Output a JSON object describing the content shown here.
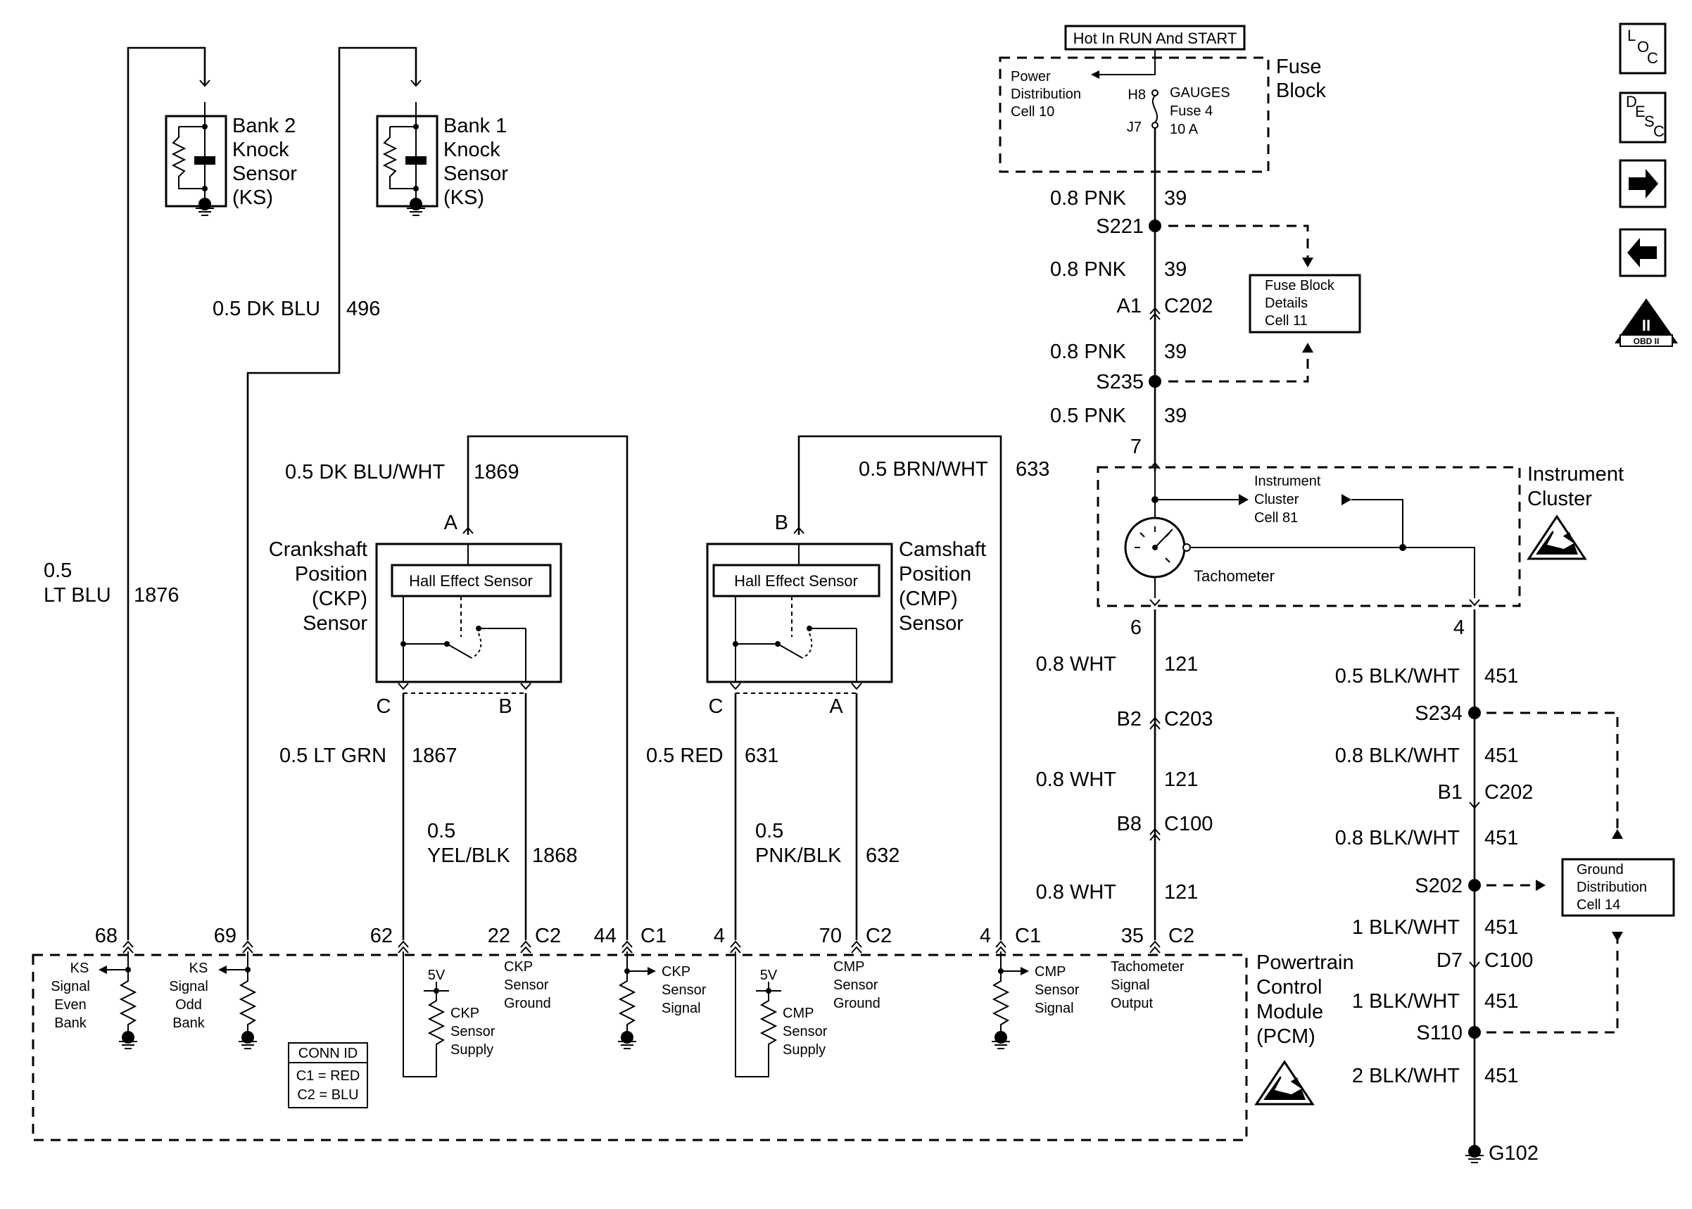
{
  "power": {
    "hot_label": "Hot In RUN And START",
    "fuse_block_label": [
      "Fuse",
      "Block"
    ],
    "power_distribution": [
      "Power",
      "Distribution",
      "Cell 10"
    ],
    "fuse_top_pin": "H8",
    "fuse_bottom_pin": "J7",
    "fuse_name": [
      "GAUGES",
      "Fuse 4",
      "10 A"
    ]
  },
  "fuse_block_details": [
    "Fuse Block",
    "Details",
    "Cell 11"
  ],
  "right_feed": {
    "w1": [
      "0.8 PNK",
      "39"
    ],
    "s221": "S221",
    "w2": [
      "0.8 PNK",
      "39"
    ],
    "c202_pin": "A1",
    "c202": "C202",
    "w3": [
      "0.8 PNK",
      "39"
    ],
    "s235": "S235",
    "w4": [
      "0.5 PNK",
      "39"
    ],
    "pin7": "7"
  },
  "instrument_cluster": {
    "label": [
      "Instrument",
      "Cluster"
    ],
    "cell_ref": [
      "Instrument",
      "Cluster",
      "Cell 81"
    ],
    "tachometer": "Tachometer",
    "pin6": "6",
    "pin4": "4"
  },
  "tach_wire": {
    "w1": [
      "0.8 WHT",
      "121"
    ],
    "c203_pin": "B2",
    "c203": "C203",
    "w2": [
      "0.8 WHT",
      "121"
    ],
    "c100_pin": "B8",
    "c100": "C100",
    "w3": [
      "0.8 WHT",
      "121"
    ]
  },
  "ground_wire": {
    "w1": [
      "0.5 BLK/WHT",
      "451"
    ],
    "s234": "S234",
    "w2": [
      "0.8 BLK/WHT",
      "451"
    ],
    "c202_pin": "B1",
    "c202": "C202",
    "w3": [
      "0.8 BLK/WHT",
      "451"
    ],
    "s202": "S202",
    "w4": [
      "1 BLK/WHT",
      "451"
    ],
    "c100_pin": "D7",
    "c100": "C100",
    "w5": [
      "1 BLK/WHT",
      "451"
    ],
    "s110": "S110",
    "w6": [
      "2 BLK/WHT",
      "451"
    ],
    "g102": "G102"
  },
  "ground_distribution": [
    "Ground",
    "Distribution",
    "Cell 14"
  ],
  "knock": {
    "bank2": [
      "Bank 2",
      "Knock",
      "Sensor",
      "(KS)"
    ],
    "bank1": [
      "Bank 1",
      "Knock",
      "Sensor",
      "(KS)"
    ],
    "wire_496": [
      "0.5 DK BLU",
      "496"
    ],
    "wire_1876": [
      "0.5",
      "LT BLU",
      "1876"
    ]
  },
  "ckp": {
    "label": [
      "Crankshaft",
      "Position",
      "(CKP)",
      "Sensor"
    ],
    "hall": "Hall Effect Sensor",
    "pin_a": "A",
    "pin_b": "B",
    "pin_c": "C",
    "wire_1869": [
      "0.5 DK BLU/WHT",
      "1869"
    ],
    "wire_1867": [
      "0.5 LT GRN",
      "1867"
    ],
    "wire_1868": [
      "0.5",
      "YEL/BLK",
      "1868"
    ]
  },
  "cmp": {
    "label": [
      "Camshaft",
      "Position",
      "(CMP)",
      "Sensor"
    ],
    "hall": "Hall Effect Sensor",
    "pin_a": "A",
    "pin_b": "B",
    "pin_c": "C",
    "wire_633": [
      "0.5 BRN/WHT",
      "633"
    ],
    "wire_631": [
      "0.5 RED",
      "631"
    ],
    "wire_632": [
      "0.5",
      "PNK/BLK",
      "632"
    ]
  },
  "pcm": {
    "label": [
      "Powertrain",
      "Control",
      "Module",
      "(PCM)"
    ],
    "pins": [
      "68",
      "69",
      "62",
      "22",
      "C2",
      "44",
      "C1",
      "4",
      "70",
      "C2",
      "4",
      "C1",
      "35",
      "C2"
    ],
    "ks_even": [
      "KS",
      "Signal",
      "Even",
      "Bank"
    ],
    "ks_odd": [
      "KS",
      "Signal",
      "Odd",
      "Bank"
    ],
    "v5": "5V",
    "ckp_supply": [
      "CKP",
      "Sensor",
      "Supply"
    ],
    "ckp_ground": [
      "CKP",
      "Sensor",
      "Ground"
    ],
    "ckp_signal": [
      "CKP",
      "Sensor",
      "Signal"
    ],
    "cmp_supply": [
      "CMP",
      "Sensor",
      "Supply"
    ],
    "cmp_ground": [
      "CMP",
      "Sensor",
      "Ground"
    ],
    "cmp_signal": [
      "CMP",
      "Sensor",
      "Signal"
    ],
    "tach_out": [
      "Tachometer",
      "Signal",
      "Output"
    ],
    "conn_id": [
      "CONN ID",
      "C1 = RED",
      "C2 = BLU"
    ]
  },
  "nav": {
    "loc": [
      "L",
      "O",
      "C"
    ],
    "desc": [
      "D",
      "E",
      "S",
      "C"
    ],
    "obd": "OBD II",
    "obd_roman": "II"
  },
  "icons": [
    "loc-icon",
    "desc-icon",
    "next-arrow-icon",
    "prev-arrow-icon",
    "obd-ii-icon",
    "esd-warning-icon",
    "fuse-icon",
    "tachometer-gauge-icon",
    "knock-sensor-icon",
    "ground-icon",
    "resistor-icon"
  ]
}
